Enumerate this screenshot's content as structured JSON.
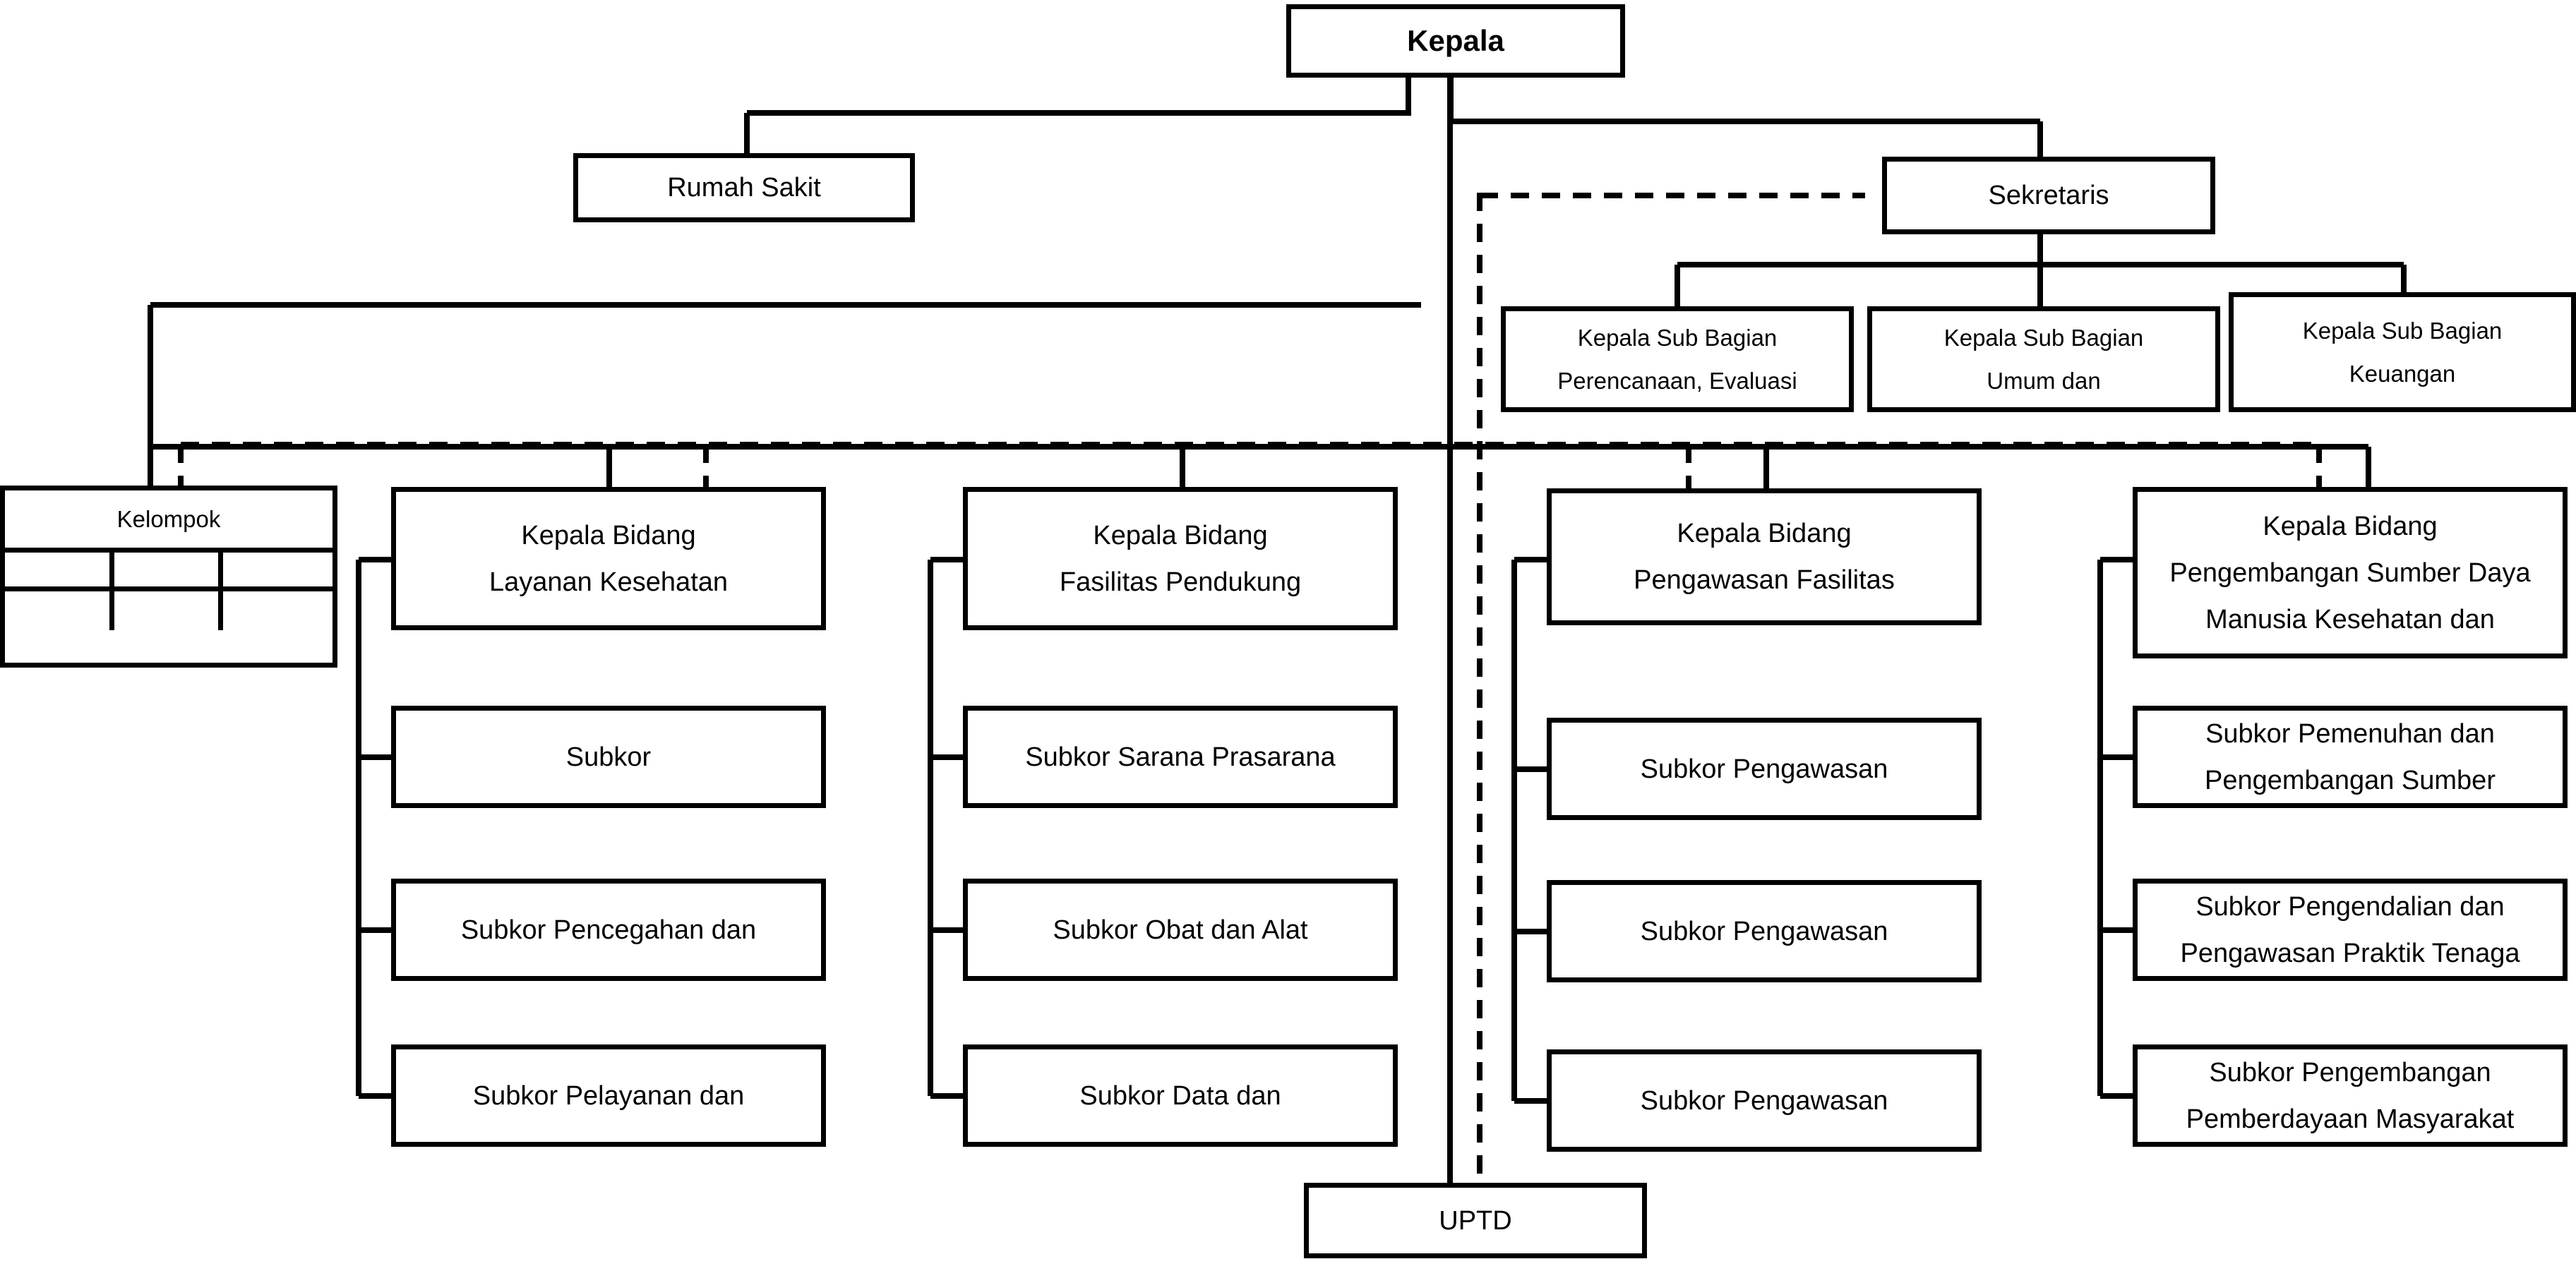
{
  "chart_data": {
    "type": "diagram",
    "title": "Struktur Organisasi Dinas Kesehatan",
    "layout": "orgchart",
    "line_styles": [
      "solid",
      "dashed"
    ]
  },
  "nodes": {
    "kepala": {
      "lines": [
        "Kepala"
      ]
    },
    "rumah_sakit": {
      "lines": [
        "Rumah Sakit"
      ]
    },
    "sekretaris": {
      "lines": [
        "Sekretaris"
      ]
    },
    "subbag_perencanaan": {
      "lines": [
        "Kepala  Sub Bagian",
        "Perencanaan,  Evaluasi"
      ]
    },
    "subbag_umum": {
      "lines": [
        "Kepala  Sub Bagian",
        "Umum dan"
      ]
    },
    "subbag_keuangan": {
      "lines": [
        "Kepala  Sub Bagian",
        "Keuangan"
      ]
    },
    "kelompok": {
      "lines": [
        "Kelompok"
      ],
      "grid_rows": 2,
      "grid_cols": 3
    },
    "uptd": {
      "lines": [
        "UPTD"
      ]
    }
  },
  "columns": [
    {
      "head": {
        "lines": [
          "Kepala Bidang",
          "Layanan Kesehatan"
        ]
      },
      "children": [
        {
          "lines": [
            "Subkor"
          ]
        },
        {
          "lines": [
            "Subkor Pencegahan dan"
          ]
        },
        {
          "lines": [
            "Subkor Pelayanan dan"
          ]
        }
      ]
    },
    {
      "head": {
        "lines": [
          "Kepala Bidang",
          "Fasilitas Pendukung"
        ]
      },
      "children": [
        {
          "lines": [
            "Subkor Sarana Prasarana"
          ]
        },
        {
          "lines": [
            "Subkor Obat dan Alat"
          ]
        },
        {
          "lines": [
            "Subkor Data dan"
          ]
        }
      ]
    },
    {
      "head": {
        "lines": [
          "Kepala Bidang",
          "Pengawasan Fasilitas"
        ]
      },
      "children": [
        {
          "lines": [
            "Subkor Pengawasan"
          ]
        },
        {
          "lines": [
            "Subkor Pengawasan"
          ]
        },
        {
          "lines": [
            "Subkor Pengawasan"
          ]
        }
      ]
    },
    {
      "head": {
        "lines": [
          "Kepala Bidang",
          "Pengembangan Sumber Daya",
          "Manusia Kesehatan dan"
        ]
      },
      "children": [
        {
          "lines": [
            "Subkor Pemenuhan dan",
            "Pengembangan Sumber"
          ]
        },
        {
          "lines": [
            "Subkor Pengendalian dan",
            "Pengawasan Praktik Tenaga"
          ]
        },
        {
          "lines": [
            "Subkor Pengembangan",
            "Pemberdayaan Masyarakat"
          ]
        }
      ]
    }
  ],
  "colors": {
    "stroke": "#000000",
    "background": "#ffffff",
    "text": "#000000"
  }
}
